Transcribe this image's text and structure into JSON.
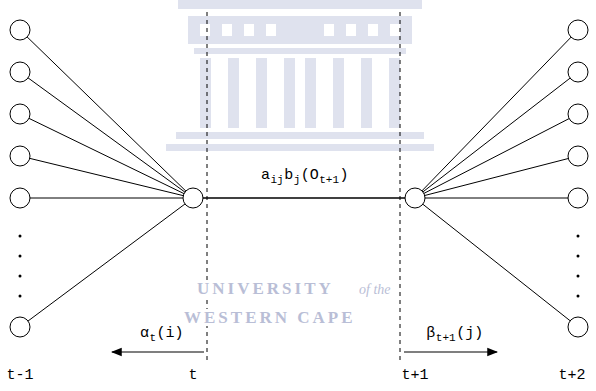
{
  "diagram": {
    "labels": [
      "t-1",
      "t",
      "t+1",
      "t+2",
      "a",
      "ij",
      "b",
      "j",
      "(O",
      "t+1",
      ")",
      "α",
      "t",
      "(i)",
      "β",
      "t+1",
      "(j)",
      "UNIVERSITY",
      "of the",
      "WESTERN CAPE"
    ]
  }
}
